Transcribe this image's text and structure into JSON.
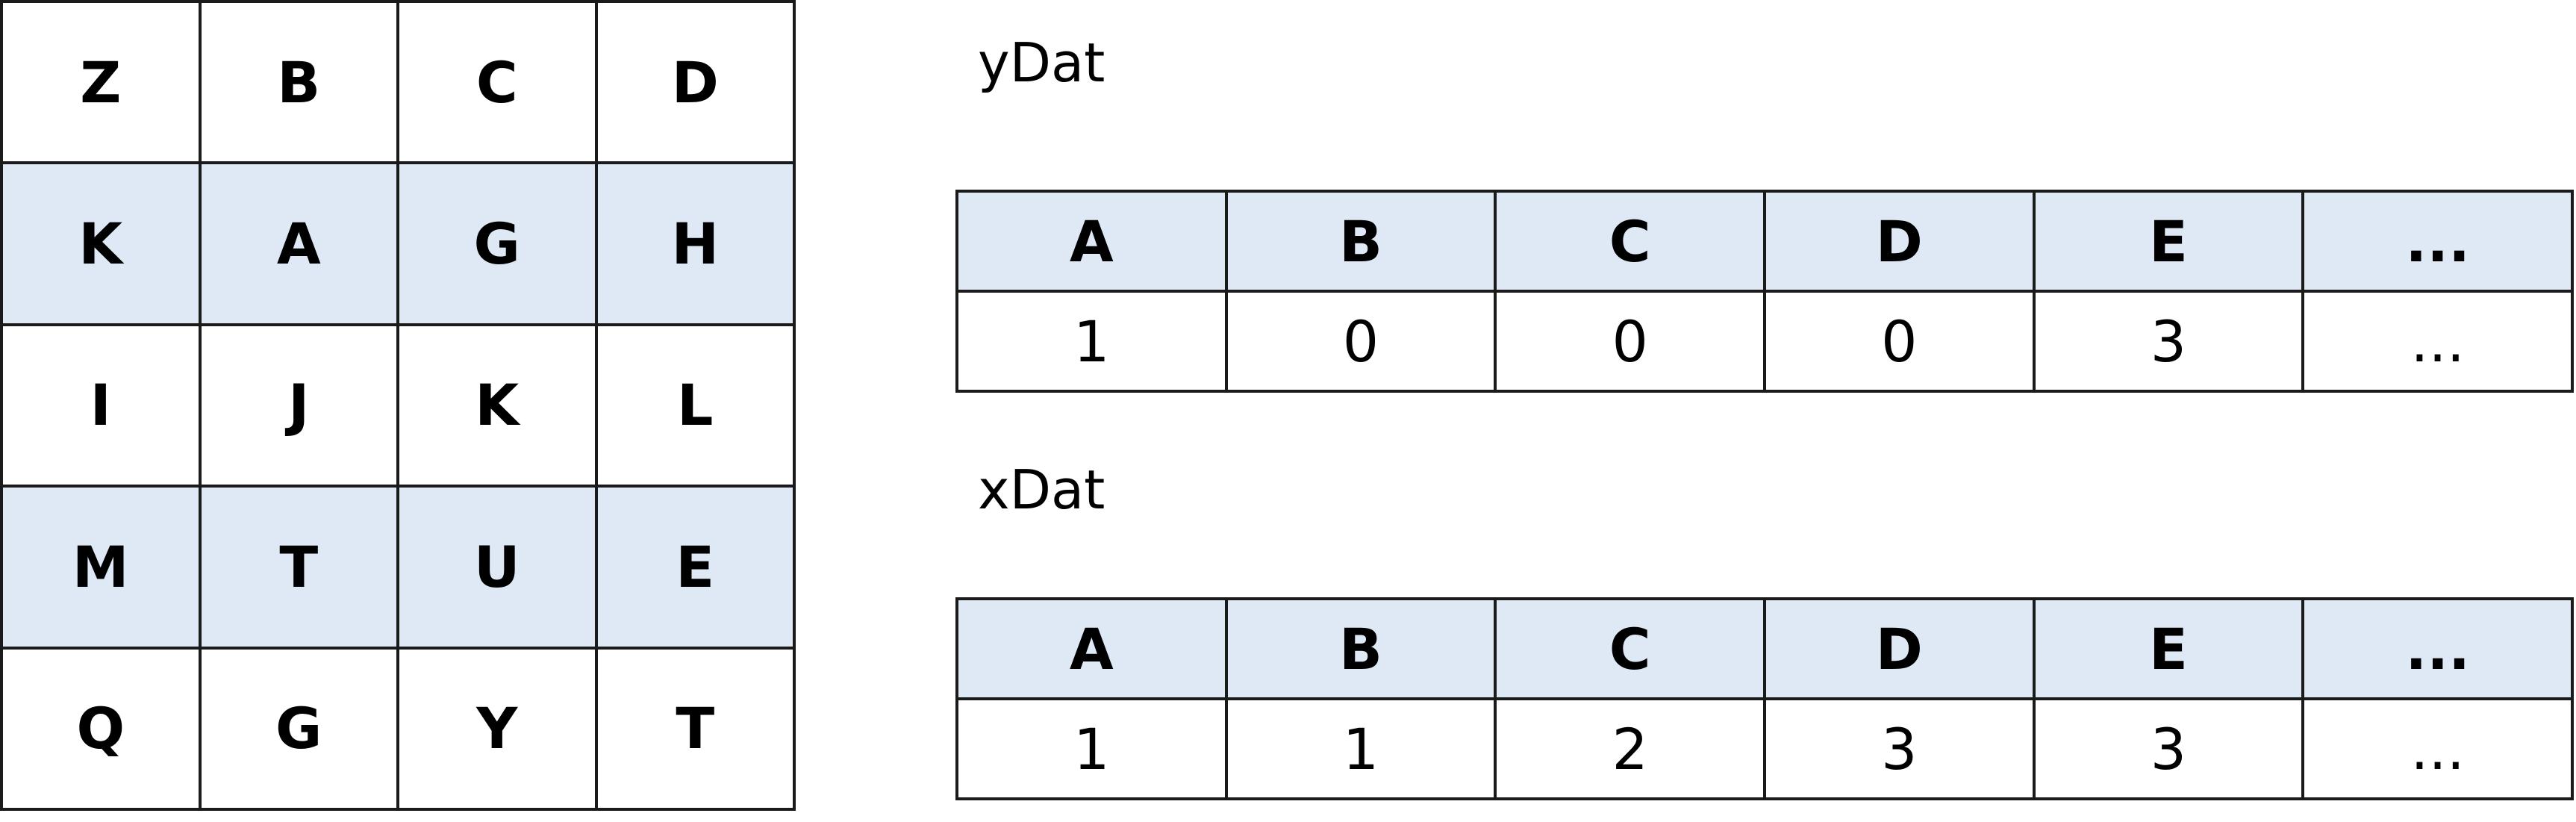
{
  "grid": {
    "rows": [
      [
        "Z",
        "B",
        "C",
        "D"
      ],
      [
        "K",
        "A",
        "G",
        "H"
      ],
      [
        "I",
        "J",
        "K",
        "L"
      ],
      [
        "M",
        "T",
        "U",
        "E"
      ],
      [
        "Q",
        "G",
        "Y",
        "T"
      ]
    ],
    "shaded_rows": [
      1,
      3
    ],
    "shade_color": "#dfe9f5"
  },
  "ydat": {
    "label": "yDat",
    "headers": [
      "A",
      "B",
      "C",
      "D",
      "E",
      "..."
    ],
    "values": [
      "1",
      "0",
      "0",
      "0",
      "3",
      "..."
    ]
  },
  "xdat": {
    "label": "xDat",
    "headers": [
      "A",
      "B",
      "C",
      "D",
      "E",
      "..."
    ],
    "values": [
      "1",
      "1",
      "2",
      "3",
      "3",
      "..."
    ]
  }
}
